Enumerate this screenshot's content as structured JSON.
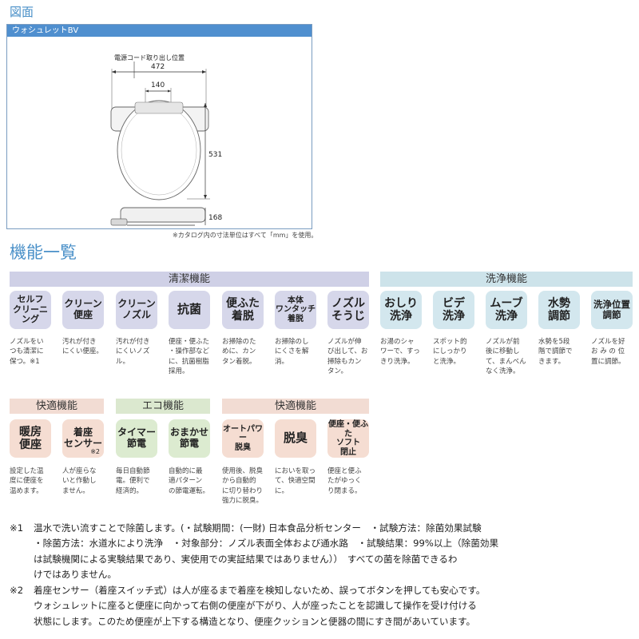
{
  "drawing": {
    "section_title": "図面",
    "model": "ウォシュレットBV",
    "cord_label": "電源コード取り出し位置",
    "dims": {
      "width": "472",
      "inner": "140",
      "depth": "531",
      "height": "168"
    },
    "note": "※カタログ内の寸法単位はすべて「mm」を使用。"
  },
  "features": {
    "section_title": "機能一覧",
    "clean": {
      "band": "清潔機能",
      "items": [
        {
          "label": "セルフ\nクリーニング",
          "desc": "ノズルをい\nつも清潔に\n保つ。※1"
        },
        {
          "label": "クリーン\n便座",
          "desc": "汚れが付き\nにくい便座。"
        },
        {
          "label": "クリーン\nノズル",
          "desc": "汚れが付き\nにくいノズ\nル。"
        },
        {
          "label": "抗菌",
          "desc": "便座・便ふた\n・操作部など\nに、抗菌樹脂\n採用。"
        },
        {
          "label": "便ふた\n着脱",
          "desc": "お掃除のた\nめに、カン\nタン着脱。"
        },
        {
          "label": "本体\nワンタッチ\n着脱",
          "desc": "お掃除のし\nにくさを解\n消。"
        },
        {
          "label": "ノズル\nそうじ",
          "desc": "ノズルが伸\nび出して、お\n掃除もカン\nタン。"
        }
      ]
    },
    "wash": {
      "band": "洗浄機能",
      "items": [
        {
          "label": "おしり\n洗浄",
          "desc": "お湯のシャ\nワーで、すっ\nきり洗浄。"
        },
        {
          "label": "ビデ\n洗浄",
          "desc": "スポット的\nにしっかり\nと洗浄。"
        },
        {
          "label": "ムーブ\n洗浄",
          "desc": "ノズルが前\n後に移動し\nて、まんべん\nなく洗浄。"
        },
        {
          "label": "水勢\n調節",
          "desc": "水勢を5段\n階で調節で\nきます。"
        },
        {
          "label": "洗浄位置\n調節",
          "desc": "ノズルを好\nお み の 位\n置に調節。"
        }
      ]
    },
    "comfort1": {
      "band": "快適機能",
      "items": [
        {
          "label": "暖房\n便座",
          "desc": "設定した温\n度に便座を\n温めます。"
        },
        {
          "label": "着座\nセンサー",
          "sup": "※2",
          "desc": "人が座らな\nいと作動し\nません。"
        }
      ]
    },
    "eco": {
      "band": "エコ機能",
      "items": [
        {
          "label": "タイマー\n節電",
          "desc": "毎日自動節\n電。便利で\n経済的。"
        },
        {
          "label": "おまかせ\n節電",
          "desc": "自動的に最\n適パターン\nの節電運転。"
        }
      ]
    },
    "comfort2": {
      "band": "快適機能",
      "items": [
        {
          "label": "オートパワー\n脱臭",
          "desc": "使用後、脱臭\nから自動的\nに切り替わり\n強力に脱臭。"
        },
        {
          "label": "脱臭",
          "desc": "においを取っ\nて、快適空間\nに。"
        },
        {
          "label": "便座・便ふた\nソフト\n閉止",
          "desc": "便座と便ふ\nたがゆっく\nり閉まる。"
        }
      ]
    }
  },
  "footnotes": [
    {
      "mark": "※1",
      "text": "温水で洗い流すことで除菌します。(・試験期間：(一財) 日本食品分析センター　・試験方法：除菌効果試験\n・除菌方法：水道水により洗浄　・対象部分：ノズル表面全体および通水路　・試験結果：99%以上（除菌効果\nは試験機関による実験結果であり、実使用での実証結果ではありません））　すべての菌を除菌できるわ\nけではありません。"
    },
    {
      "mark": "※2",
      "text": "着座センサー（着座スイッチ式）は人が座るまで着座を検知しないため、誤ってボタンを押しても安心です。\nウォシュレットに座ると便座に向かって右側の便座が下がり、人が座ったことを認識して操作を受け付ける\n状態にします。このため便座が上下する構造となり、便座クッションと便器の間にすき間があいています。"
    }
  ]
}
